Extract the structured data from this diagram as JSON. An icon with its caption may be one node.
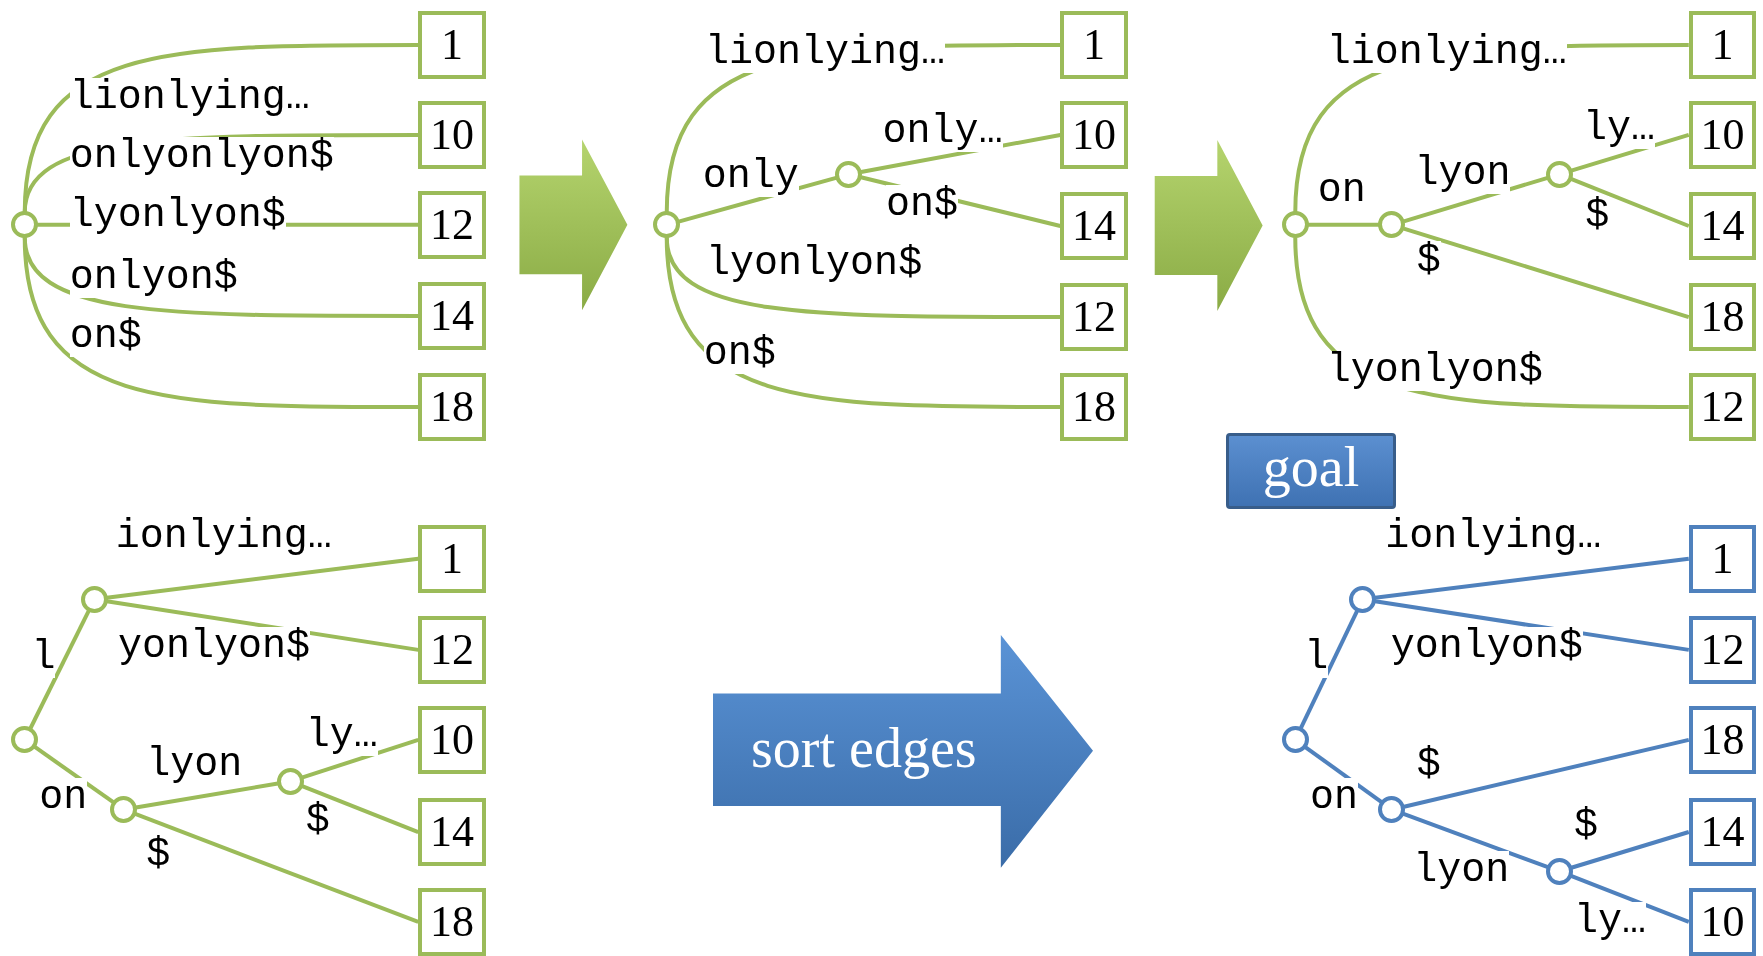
{
  "diagram": {
    "nodes": [
      {
        "text": [],
        "shape": "circle"
      },
      {
        "text": [
          "1"
        ]
      },
      {
        "text": [
          "10"
        ]
      },
      {
        "text": [
          "12"
        ]
      },
      {
        "text": [
          "14"
        ]
      },
      {
        "text": [
          "18"
        ]
      },
      {
        "text": [],
        "shape": "circle"
      },
      {
        "text": [],
        "shape": "circle"
      },
      {
        "text": [
          "1"
        ]
      },
      {
        "text": [
          "10"
        ]
      },
      {
        "text": [
          "14"
        ]
      },
      {
        "text": [
          "12"
        ]
      },
      {
        "text": [
          "18"
        ]
      },
      {
        "text": [],
        "shape": "circle"
      },
      {
        "text": [],
        "shape": "circle"
      },
      {
        "text": [],
        "shape": "circle"
      },
      {
        "text": [
          "1"
        ]
      },
      {
        "text": [
          "10"
        ]
      },
      {
        "text": [
          "14"
        ]
      },
      {
        "text": [
          "18"
        ]
      },
      {
        "text": [
          "12"
        ]
      },
      {
        "text": [
          "goal"
        ]
      },
      {
        "text": [],
        "shape": "circle"
      },
      {
        "text": [],
        "shape": "circle"
      },
      {
        "text": [],
        "shape": "circle"
      },
      {
        "text": [],
        "shape": "circle"
      },
      {
        "text": [
          "1"
        ]
      },
      {
        "text": [
          "12"
        ]
      },
      {
        "text": [
          "10"
        ]
      },
      {
        "text": [
          "14"
        ]
      },
      {
        "text": [
          "18"
        ]
      },
      {
        "text": [
          "sort edges"
        ]
      },
      {
        "text": [],
        "shape": "circle"
      },
      {
        "text": [],
        "shape": "circle"
      },
      {
        "text": [],
        "shape": "circle"
      },
      {
        "text": [],
        "shape": "circle"
      },
      {
        "text": [
          "1"
        ]
      },
      {
        "text": [
          "12"
        ]
      },
      {
        "text": [
          "18"
        ]
      },
      {
        "text": [
          "14"
        ]
      },
      {
        "text": [
          "10"
        ]
      }
    ],
    "edges": [
      {
        "from": 0,
        "to": 1,
        "arrow": "none",
        "label": "lionlying…"
      },
      {
        "from": 0,
        "to": 2,
        "arrow": "none",
        "label": "onlyonlyon$"
      },
      {
        "from": 0,
        "to": 3,
        "arrow": "none",
        "label": "lyonlyon$"
      },
      {
        "from": 0,
        "to": 4,
        "arrow": "none",
        "label": "onlyon$"
      },
      {
        "from": 0,
        "to": 5,
        "arrow": "none",
        "label": "on$"
      },
      {
        "from": 6,
        "to": 8,
        "arrow": "none",
        "label": "lionlying…"
      },
      {
        "from": 6,
        "to": 7,
        "arrow": "none",
        "label": "only"
      },
      {
        "from": 7,
        "to": 9,
        "arrow": "none",
        "label": "only…"
      },
      {
        "from": 7,
        "to": 10,
        "arrow": "none",
        "label": "on$"
      },
      {
        "from": 6,
        "to": 11,
        "arrow": "none",
        "label": "lyonlyon$"
      },
      {
        "from": 6,
        "to": 12,
        "arrow": "none",
        "label": "on$"
      },
      {
        "from": 13,
        "to": 16,
        "arrow": "none",
        "label": "lionlying…"
      },
      {
        "from": 13,
        "to": 14,
        "arrow": "none",
        "label": "on"
      },
      {
        "from": 14,
        "to": 15,
        "arrow": "none",
        "label": "lyon"
      },
      {
        "from": 15,
        "to": 17,
        "arrow": "none",
        "label": "ly…"
      },
      {
        "from": 15,
        "to": 18,
        "arrow": "none",
        "label": "$"
      },
      {
        "from": 14,
        "to": 19,
        "arrow": "none",
        "label": "$"
      },
      {
        "from": 13,
        "to": 20,
        "arrow": "none",
        "label": "lyonlyon$"
      },
      {
        "from": 22,
        "to": 23,
        "arrow": "none",
        "label": "l"
      },
      {
        "from": 23,
        "to": 26,
        "arrow": "none",
        "label": "ionlying…"
      },
      {
        "from": 23,
        "to": 27,
        "arrow": "none",
        "label": "yonlyon$"
      },
      {
        "from": 22,
        "to": 24,
        "arrow": "none",
        "label": "on"
      },
      {
        "from": 24,
        "to": 25,
        "arrow": "none",
        "label": "lyon"
      },
      {
        "from": 25,
        "to": 28,
        "arrow": "none",
        "label": "ly…"
      },
      {
        "from": 25,
        "to": 29,
        "arrow": "none",
        "label": "$"
      },
      {
        "from": 24,
        "to": 30,
        "arrow": "none",
        "label": "$"
      },
      {
        "from": 32,
        "to": 33,
        "arrow": "none",
        "label": "l",
        "color": "#4f81bd"
      },
      {
        "from": 33,
        "to": 36,
        "arrow": "none",
        "label": "ionlying…",
        "color": "#4f81bd"
      },
      {
        "from": 33,
        "to": 37,
        "arrow": "none",
        "label": "yonlyon$",
        "color": "#4f81bd"
      },
      {
        "from": 32,
        "to": 34,
        "arrow": "none",
        "label": "on",
        "color": "#4f81bd"
      },
      {
        "from": 34,
        "to": 38,
        "arrow": "none",
        "label": "$",
        "color": "#4f81bd"
      },
      {
        "from": 34,
        "to": 35,
        "arrow": "none",
        "label": "lyon",
        "color": "#4f81bd"
      },
      {
        "from": 35,
        "to": 39,
        "arrow": "none",
        "label": "$",
        "color": "#4f81bd"
      },
      {
        "from": 35,
        "to": 40,
        "arrow": "none",
        "label": "ly…",
        "color": "#4f81bd"
      },
      {
        "from": 3,
        "to": 6,
        "arrow": "to",
        "style": "thick"
      },
      {
        "from": 10,
        "to": 13,
        "arrow": "to",
        "style": "thick"
      }
    ]
  }
}
